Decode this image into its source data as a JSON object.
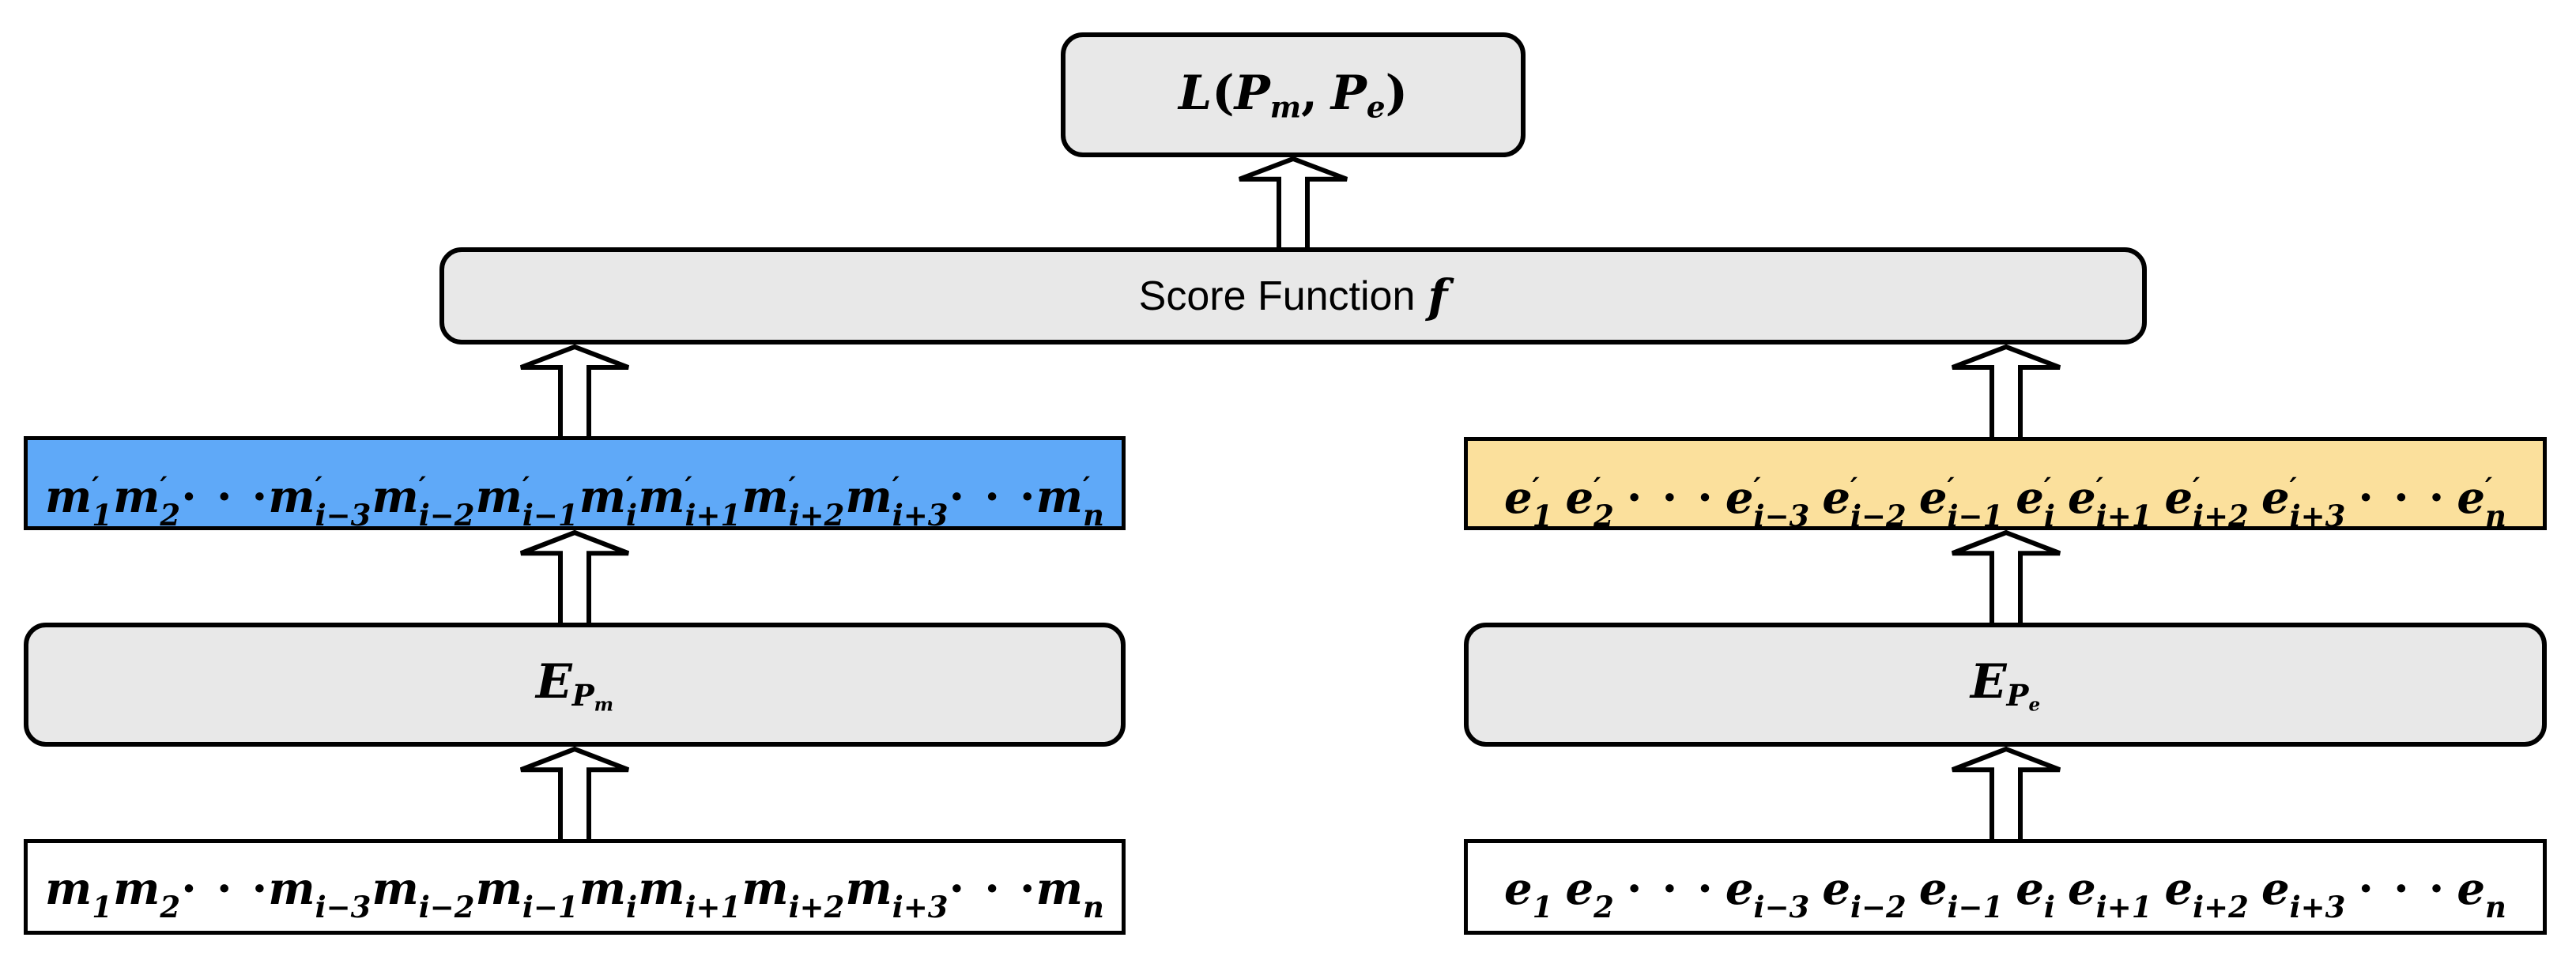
{
  "colors": {
    "background": "#ffffff",
    "gray_box": "#e8e8e8",
    "blue_box": "#5fa9f8",
    "yellow_box": "#fbe09c",
    "border": "#000000",
    "arrow_fill": "#ffffff"
  },
  "loss_box": {
    "name": "L",
    "open": "(",
    "arg1": "P",
    "arg1_sub": "m",
    "separator": ",",
    "arg2": "P",
    "arg2_sub": "e",
    "close": ")"
  },
  "score_box": {
    "label": "Score Function",
    "function_symbol": "f"
  },
  "encoder_m": {
    "base": "E",
    "sub": "P",
    "sub_sub": "m"
  },
  "encoder_e": {
    "base": "E",
    "sub": "P",
    "sub_sub": "e"
  },
  "sequence_m_encoded": {
    "tokens": [
      {
        "b": "m",
        "s": "1",
        "p": "′"
      },
      {
        "b": "m",
        "s": "2",
        "p": "′"
      },
      {
        "d": "···"
      },
      {
        "b": "m",
        "s": "i−3",
        "p": "′"
      },
      {
        "b": "m",
        "s": "i−2",
        "p": "′"
      },
      {
        "b": "m",
        "s": "i−1",
        "p": "′"
      },
      {
        "b": "m",
        "s": "i",
        "p": "′"
      },
      {
        "b": "m",
        "s": "i+1",
        "p": "′"
      },
      {
        "b": "m",
        "s": "i+2",
        "p": "′"
      },
      {
        "b": "m",
        "s": "i+3",
        "p": "′"
      },
      {
        "d": "···"
      },
      {
        "b": "m",
        "s": "n",
        "p": "′"
      }
    ]
  },
  "sequence_e_encoded": {
    "tokens": [
      {
        "b": "e",
        "s": "1",
        "p": "′"
      },
      {
        "b": "e",
        "s": "2",
        "p": "′"
      },
      {
        "d": "···"
      },
      {
        "b": "e",
        "s": "i−3",
        "p": "′"
      },
      {
        "b": "e",
        "s": "i−2",
        "p": "′"
      },
      {
        "b": "e",
        "s": "i−1",
        "p": "′"
      },
      {
        "b": "e",
        "s": "i",
        "p": "′"
      },
      {
        "b": "e",
        "s": "i+1",
        "p": "′"
      },
      {
        "b": "e",
        "s": "i+2",
        "p": "′"
      },
      {
        "b": "e",
        "s": "i+3",
        "p": "′"
      },
      {
        "d": "···"
      },
      {
        "b": "e",
        "s": "n",
        "p": "′"
      }
    ]
  },
  "sequence_m_input": {
    "tokens": [
      {
        "b": "m",
        "s": "1"
      },
      {
        "b": "m",
        "s": "2"
      },
      {
        "d": "···"
      },
      {
        "b": "m",
        "s": "i−3"
      },
      {
        "b": "m",
        "s": "i−2"
      },
      {
        "b": "m",
        "s": "i−1"
      },
      {
        "b": "m",
        "s": "i"
      },
      {
        "b": "m",
        "s": "i+1"
      },
      {
        "b": "m",
        "s": "i+2"
      },
      {
        "b": "m",
        "s": "i+3"
      },
      {
        "d": "···"
      },
      {
        "b": "m",
        "s": "n"
      }
    ]
  },
  "sequence_e_input": {
    "tokens": [
      {
        "b": "e",
        "s": "1"
      },
      {
        "b": "e",
        "s": "2"
      },
      {
        "d": "···"
      },
      {
        "b": "e",
        "s": "i−3"
      },
      {
        "b": "e",
        "s": "i−2"
      },
      {
        "b": "e",
        "s": "i−1"
      },
      {
        "b": "e",
        "s": "i"
      },
      {
        "b": "e",
        "s": "i+1"
      },
      {
        "b": "e",
        "s": "i+2"
      },
      {
        "b": "e",
        "s": "i+3"
      },
      {
        "d": "···"
      },
      {
        "b": "e",
        "s": "n"
      }
    ]
  }
}
